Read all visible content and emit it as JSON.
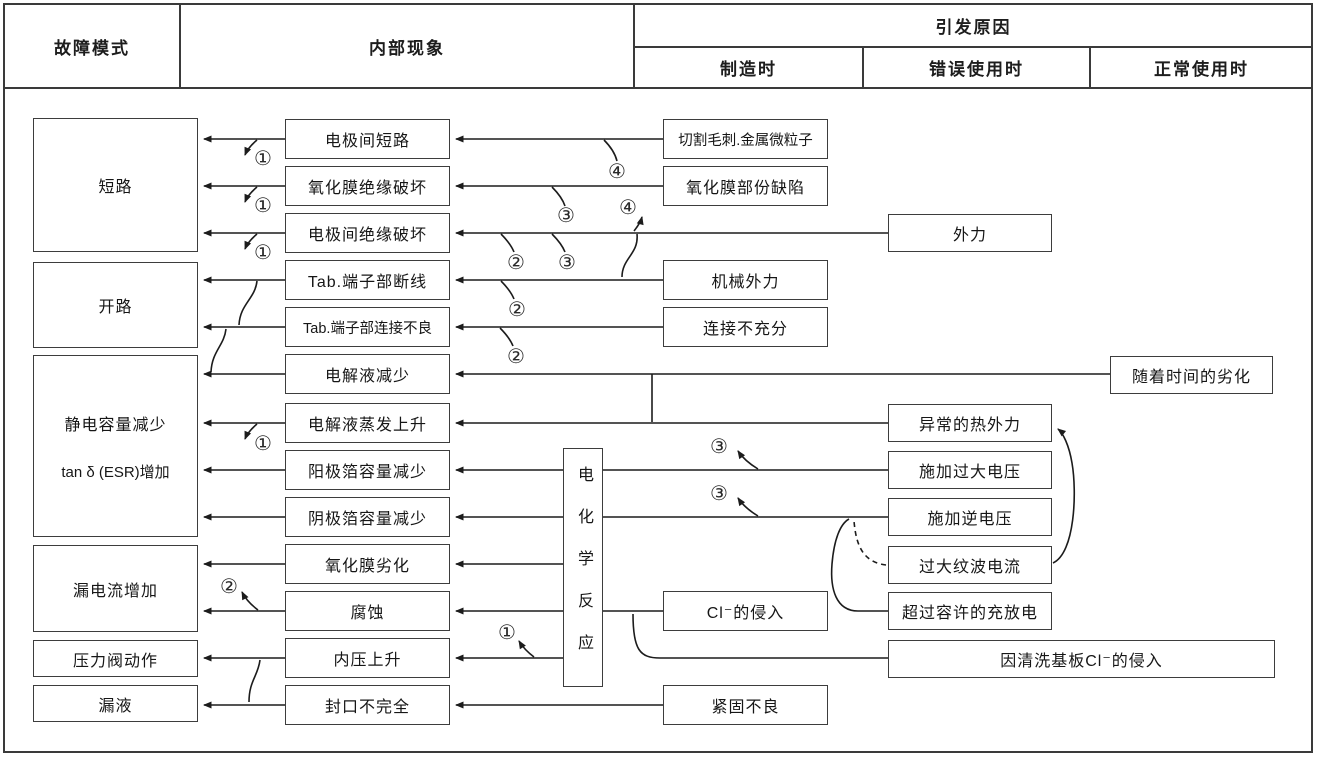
{
  "header": {
    "failure_mode": "故障模式",
    "internal_phenomenon": "内部现象",
    "cause": "引发原因",
    "cause_mfg": "制造时",
    "cause_misuse": "错误使用时",
    "cause_normal": "正常使用时"
  },
  "failure_modes": {
    "short_circuit": "短路",
    "open_circuit": "开路",
    "capacitance_line1": "静电容量减少",
    "capacitance_line2": "tan δ (ESR)增加",
    "leakage_current": "漏电流增加",
    "pressure_valve": "压力阀动作",
    "liquid_leak": "漏液"
  },
  "phenomena": {
    "p1": "电极间短路",
    "p2": "氧化膜绝缘破坏",
    "p3": "电极间绝缘破坏",
    "p4": "Tab.端子部断线",
    "p5": "Tab.端子部连接不良",
    "p6": "电解液减少",
    "p7": "电解液蒸发上升",
    "p8": "阳极箔容量减少",
    "p9": "阴极箔容量减少",
    "p10": "氧化膜劣化",
    "p11": "腐蚀",
    "p12": "内压上升",
    "p13": "封口不完全"
  },
  "reaction_box": "电化学反应",
  "causes": {
    "c1": "切割毛刺.金属微粒子",
    "c2": "氧化膜部份缺陷",
    "c3": "外力",
    "c4": "机械外力",
    "c5": "连接不充分",
    "c6": "随着时间的劣化",
    "c7": "异常的热外力",
    "c8": "施加过大电压",
    "c9": "施加逆电压",
    "c10": "过大纹波电流",
    "c11": "超过容许的充放电",
    "c12": "Cl⁻的侵入",
    "c13": "因清洗基板Cl⁻的侵入",
    "c14": "紧固不良"
  },
  "marks": {
    "m1": "①",
    "m2": "②",
    "m3": "③",
    "m4": "④"
  },
  "colors": {
    "header_bg": "#dceff8",
    "line": "#1c1c1c",
    "box_border": "#3d3d3d"
  }
}
